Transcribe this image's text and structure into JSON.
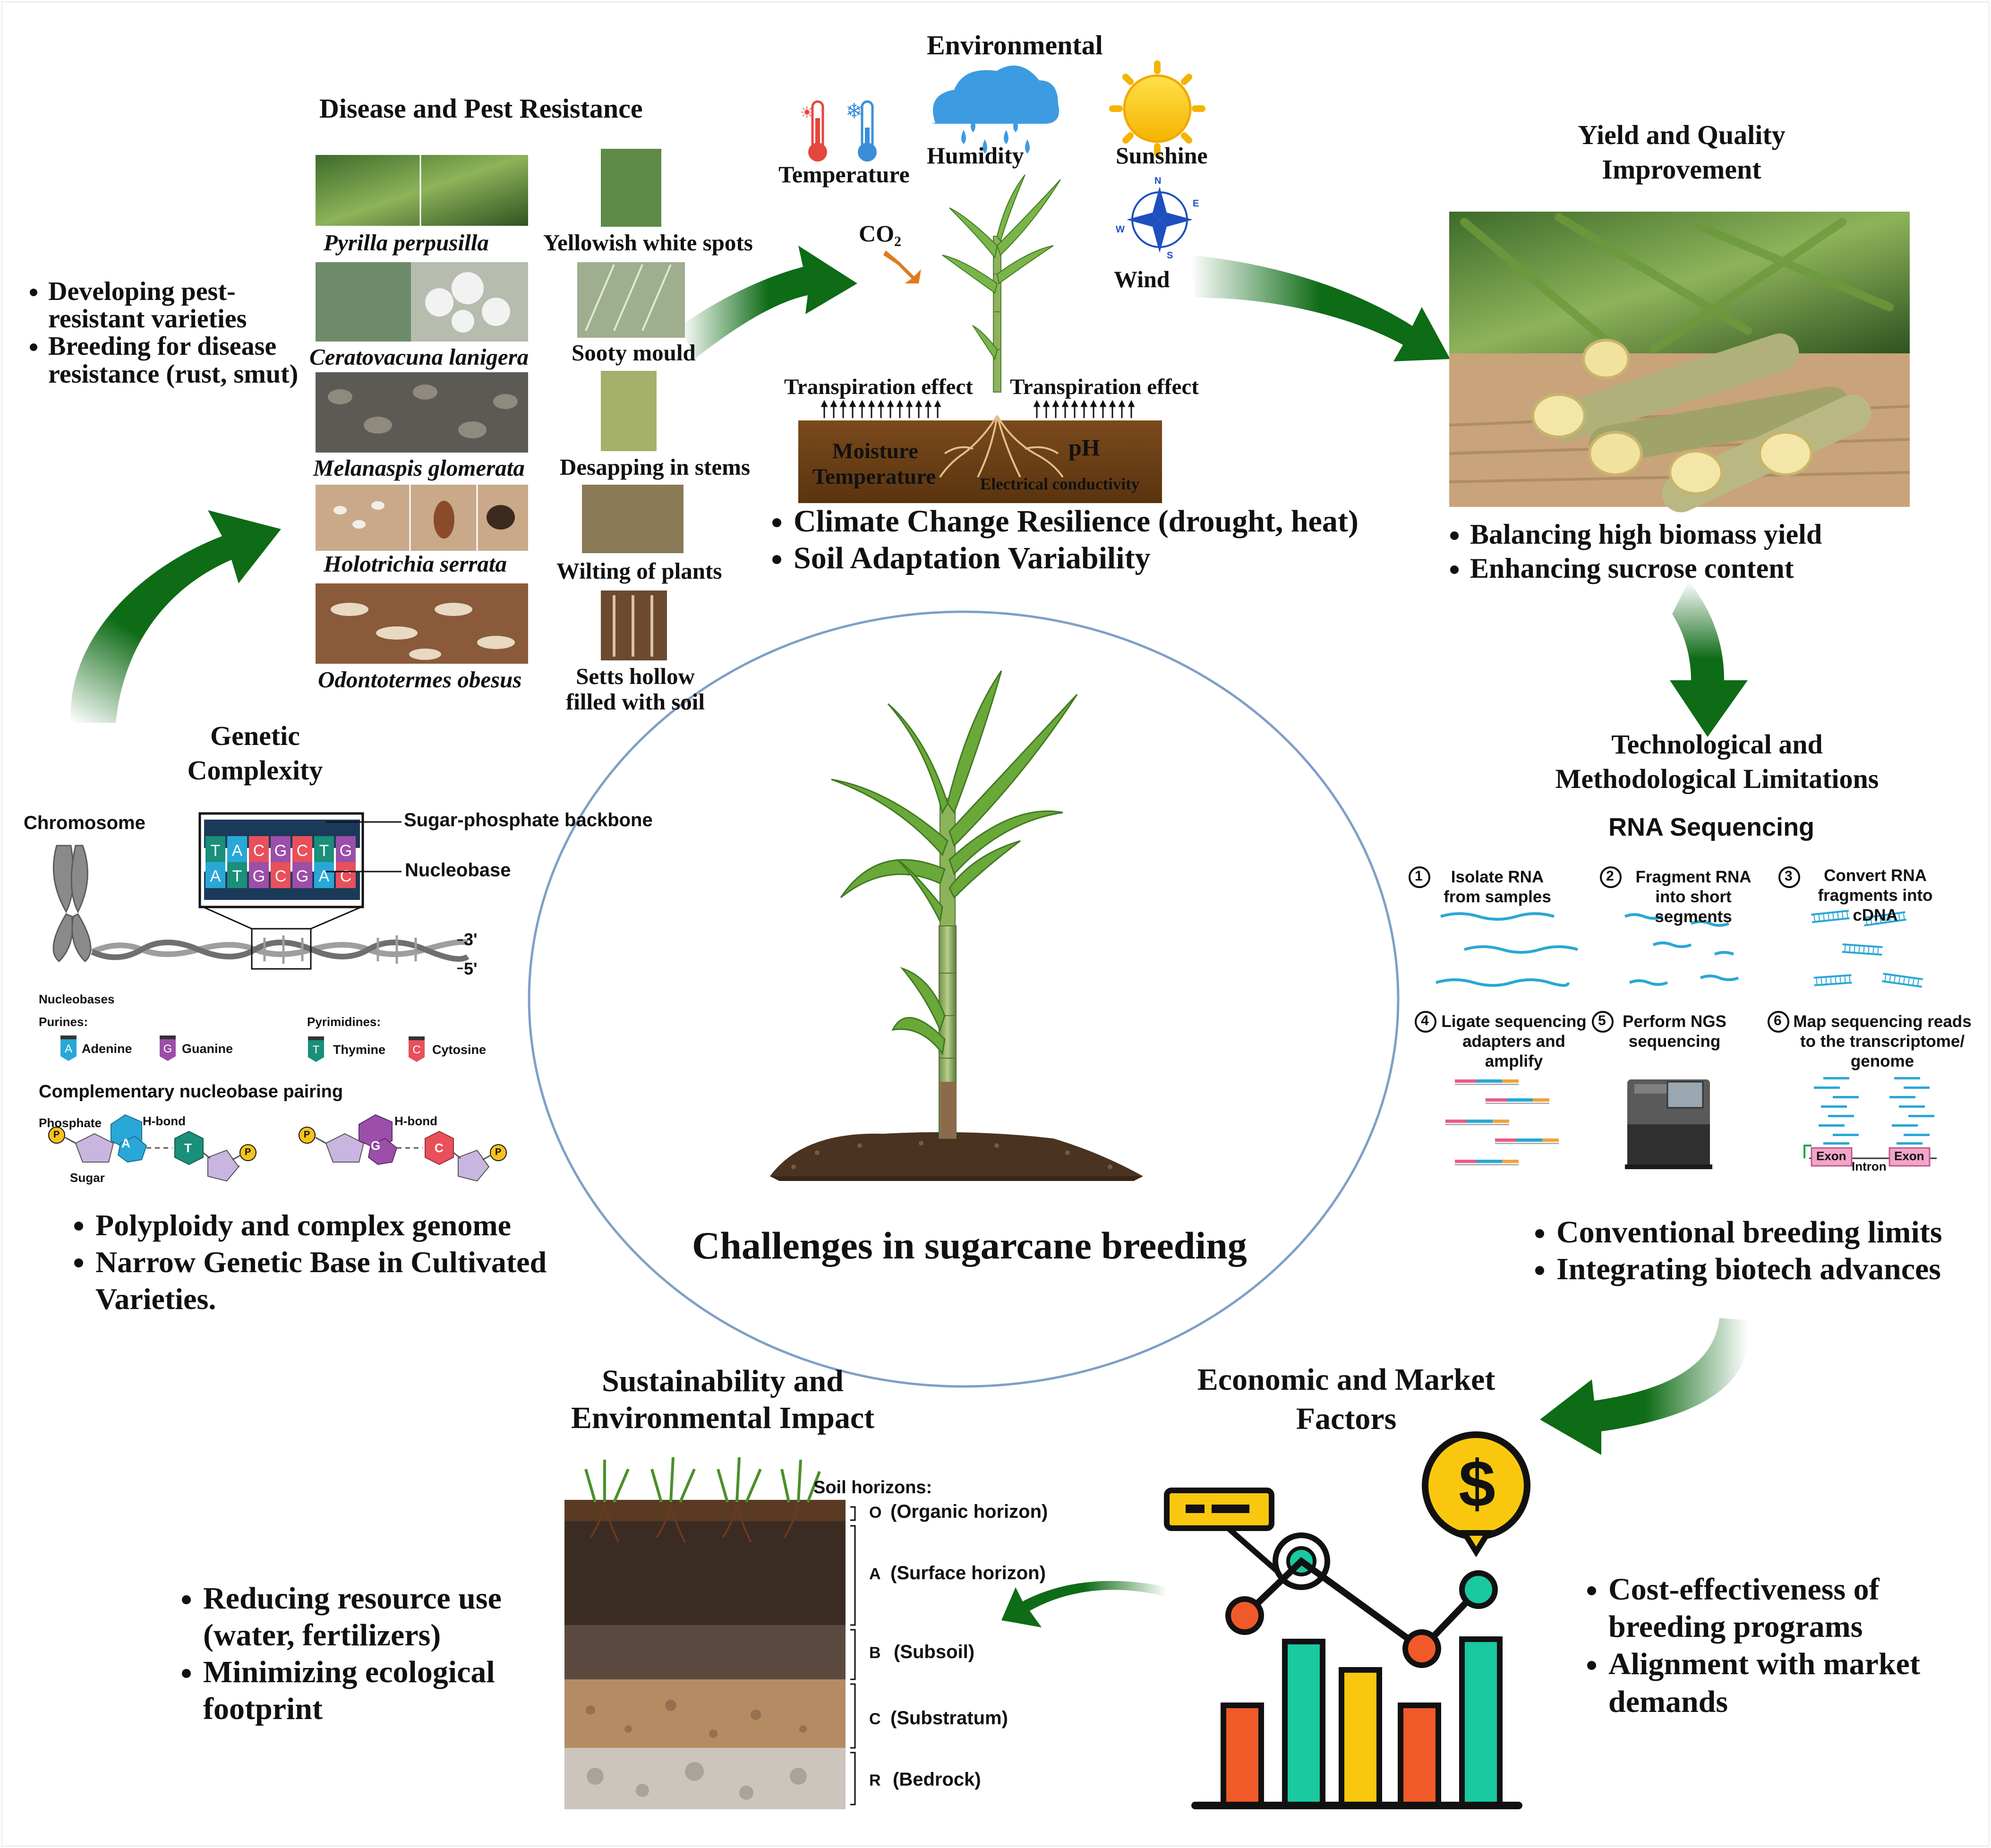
{
  "center": {
    "title": "Challenges in sugarcane breeding"
  },
  "disease": {
    "title": "Disease and Pest Resistance",
    "pests_left": [
      "Pyrilla perpusilla",
      "Ceratovacuna lanigera",
      "Melanaspis glomerata",
      "Holotrichia serrata",
      "Odontotermes obesus"
    ],
    "symptoms_right": [
      "Yellowish white spots",
      "Sooty mould",
      "Desapping in stems",
      "Wilting of plants",
      "Setts hollow filled with soil"
    ],
    "bullets": [
      "Developing pest-resistant varieties",
      "Breeding for disease resistance (rust, smut)"
    ]
  },
  "environmental": {
    "title": "Environmental",
    "labels": {
      "temperature": "Temperature",
      "humidity": "Humidity",
      "sunshine": "Sunshine",
      "wind": "Wind",
      "co2": "CO₂"
    },
    "compass": {
      "n": "N",
      "e": "E",
      "s": "S",
      "w": "W"
    },
    "transpiration_left": "Transpiration effect",
    "transpiration_right": "Transpiration effect",
    "soil": {
      "moisture": "Moisture",
      "temperature": "Temperature",
      "ph": "pH",
      "ec": "Electrical conductivity"
    },
    "bullets": [
      "Climate Change Resilience (drought, heat)",
      "Soil Adaptation Variability"
    ]
  },
  "yield": {
    "title": "Yield and Quality Improvement",
    "bullets": [
      "Balancing high biomass yield",
      "Enhancing sucrose content"
    ]
  },
  "tech": {
    "title": "Technological and Methodological Limitations",
    "rna_title": "RNA Sequencing",
    "steps": [
      {
        "num": "1",
        "text": "Isolate RNA from samples"
      },
      {
        "num": "2",
        "text": "Fragment RNA into short segments"
      },
      {
        "num": "3",
        "text": "Convert RNA fragments into cDNA"
      },
      {
        "num": "4",
        "text": "Ligate sequencing adapters and amplify"
      },
      {
        "num": "5",
        "text": "Perform NGS sequencing"
      },
      {
        "num": "6",
        "text": "Map sequencing reads to the transcriptome/ genome"
      }
    ],
    "exon": "Exon",
    "intron": "Intron",
    "bullets": [
      "Conventional breeding limits",
      "Integrating biotech advances"
    ]
  },
  "genetic": {
    "title": "Genetic Complexity",
    "chromosome": "Chromosome",
    "backbone": "Sugar-phosphate backbone",
    "nucleobase": "Nucleobase",
    "end3": "3'",
    "end5": "5'",
    "strand_top": [
      "T",
      "A",
      "C",
      "G",
      "C",
      "T",
      "G"
    ],
    "strand_bottom": [
      "A",
      "T",
      "G",
      "C",
      "G",
      "A",
      "C"
    ],
    "nucleobases_title": "Nucleobases",
    "purines": "Purines:",
    "pyrimidines": "Pyrimidines:",
    "bases": [
      {
        "letter": "A",
        "name": "Adenine",
        "color": "#29a8d8"
      },
      {
        "letter": "G",
        "name": "Guanine",
        "color": "#9b4fa8"
      },
      {
        "letter": "T",
        "name": "Thymine",
        "color": "#1a8f7a"
      },
      {
        "letter": "C",
        "name": "Cytosine",
        "color": "#e8505b"
      }
    ],
    "pairing_title": "Complementary nucleobase pairing",
    "phosphate": "Phosphate",
    "hbond": "H-bond",
    "sugar": "Sugar",
    "p": "P",
    "bullets": [
      "Polyploidy and complex genome",
      "Narrow Genetic Base in Cultivated Varieties."
    ]
  },
  "economic": {
    "title": "Economic and Market Factors",
    "dollar": "$",
    "bar_colors": [
      "#f05a28",
      "#19c9a0",
      "#f9c80e",
      "#f05a28",
      "#19c9a0"
    ],
    "bullets": [
      "Cost-effectiveness of breeding programs",
      "Alignment with market demands"
    ]
  },
  "sustainability": {
    "title": "Sustainability and Environmental Impact",
    "soil_title": "Soil horizons:",
    "horizons": [
      {
        "code": "O",
        "name": "(Organic horizon)"
      },
      {
        "code": "A",
        "name": "(Surface horizon)"
      },
      {
        "code": "B",
        "name": "(Subsoil)"
      },
      {
        "code": "C",
        "name": "(Substratum)"
      },
      {
        "code": "R",
        "name": "(Bedrock)"
      }
    ],
    "bullets": [
      "Reducing resource use (water, fertilizers)",
      "Minimizing ecological footprint"
    ]
  }
}
